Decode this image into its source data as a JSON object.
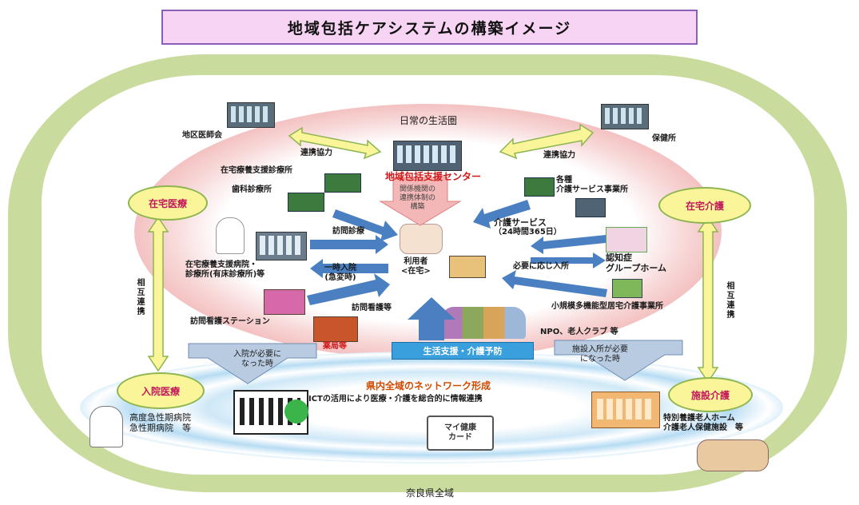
{
  "title": "地域包括ケアシステムの構築イメージ",
  "region_label": "奈良県全域",
  "daily_area_label": "日常の生活圏",
  "center": {
    "name": "地域包括支援センター",
    "subtext_lines": [
      "関係機関の",
      "連携体制の",
      "構築"
    ]
  },
  "cooperation_left": "連携協力",
  "cooperation_right": "連携協力",
  "district_medical_association": "地区医師会",
  "health_center": "保健所",
  "home_care_clinic": "在宅療養支援診療所",
  "dental_clinic": "歯科診療所",
  "home_care_hospital_lines": [
    "在宅療養支援病院・",
    "診療所(有床診療所)等"
  ],
  "visiting_nurse_station": "訪問看護ステーション",
  "pharmacy": "薬局等",
  "care_offices_lines": [
    "各種",
    "介護サービス事業所"
  ],
  "care_service_lines": [
    "介護サービス",
    "（24時間365日）"
  ],
  "group_home_lines": [
    "認知症",
    "グループホーム"
  ],
  "small_multi_facility": "小規模多機能型居宅介護事業所",
  "npo": "NPO、老人クラブ 等",
  "arrows": {
    "home_visit_medical": "訪問診療",
    "temp_admission_lines": [
      "一時入院",
      "(急変時)"
    ],
    "home_visit_nursing": "訪問看護等",
    "admission_as_needed": "必要に応じ入所",
    "hospitalization_needed_lines": [
      "入院が必要に",
      "なった時"
    ],
    "facility_admission_needed_lines": [
      "施設入所が必要",
      "になった時"
    ]
  },
  "user_lines": [
    "利用者",
    "<在宅>"
  ],
  "life_support": "生活支援・介護予防",
  "ovals": {
    "home_medical": "在宅医療",
    "home_care": "在宅介護",
    "inpatient_medical": "入院医療",
    "facility_care": "施設介護"
  },
  "mutual_cooperation": "相互連携",
  "network": {
    "title": "県内全域のネットワーク形成",
    "subtitle": "ICTの活用により医療・介護を総合的に情報連携",
    "card_lines": [
      "マイ健康",
      "カード"
    ]
  },
  "acute_hospital_lines": [
    "高度急性期病院",
    "急性期病院　等"
  ],
  "nursing_home_lines": [
    "特別養護老人ホーム",
    "介護老人保健施設　等"
  ],
  "colors": {
    "title_bg": "#f7d4f3",
    "outer_ring": "#c9dc9e",
    "pink_ring": "#eea0a0",
    "oval_fill": "#fbf59a",
    "arrow_blue": "#4a7fc1",
    "network_text": "#d14a00",
    "center_text": "#d11919"
  }
}
